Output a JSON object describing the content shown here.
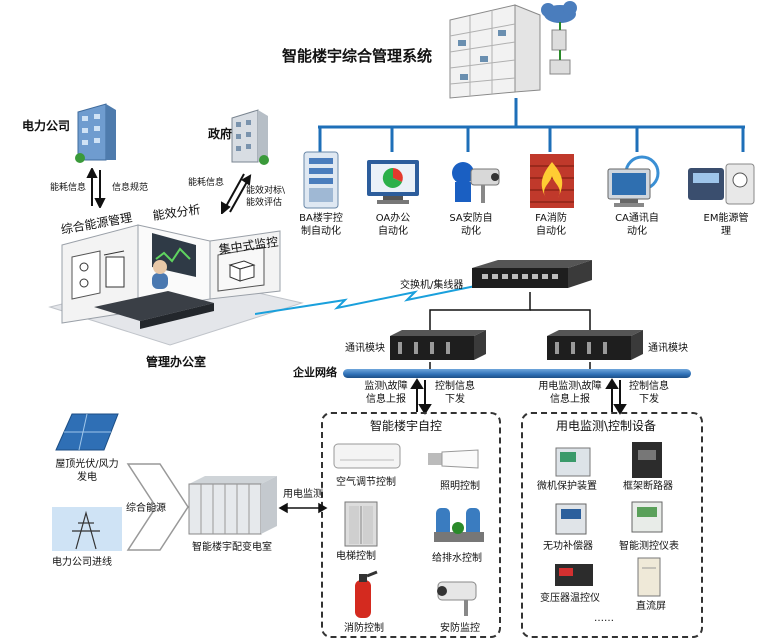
{
  "title": "智能楼宇综合管理系统",
  "subsystems": [
    {
      "id": "ba",
      "line1": "BA楼宇控",
      "line2": "制自动化",
      "icon": "server-cabinet-icon"
    },
    {
      "id": "oa",
      "line1": "OA办公",
      "line2": "自动化",
      "icon": "monitor-chart-icon"
    },
    {
      "id": "sa",
      "line1": "SA安防自",
      "line2": "动化",
      "icon": "security-camera-icon"
    },
    {
      "id": "fa",
      "line1": "FA消防",
      "line2": "自动化",
      "icon": "fire-wall-icon"
    },
    {
      "id": "ca",
      "line1": "CA通讯自",
      "line2": "动化",
      "icon": "computer-terminal-icon"
    },
    {
      "id": "em",
      "line1": "EM能源管",
      "line2": "理",
      "icon": "energy-meter-icon"
    }
  ],
  "external": {
    "power_company": "电力公司",
    "power_energy_info": "能耗信息",
    "power_rules": "信息规范",
    "government": "政府",
    "gov_energy_info": "能耗信息",
    "gov_assess_1": "能效对标\\",
    "gov_assess_2": "能效评估"
  },
  "office": {
    "integrated_energy": "综合能源管理",
    "efficiency_analysis": "能效分析",
    "central_monitor": "集中式监控",
    "label": "管理办公室"
  },
  "network": {
    "switch": "交换机/集线器",
    "comm_module_left": "通讯模块",
    "comm_module_right": "通讯模块",
    "enterprise": "企业网络",
    "left_up_1": "监测\\故障",
    "left_up_2": "信息上报",
    "left_down_1": "控制信息",
    "left_down_2": "下发",
    "right_up_1": "用电监测\\故障",
    "right_up_2": "信息上报",
    "right_down_1": "控制信息",
    "right_down_2": "下发"
  },
  "building_control": {
    "title": "智能楼宇自控",
    "items": {
      "hvac": "空气调节控制",
      "lighting": "照明控制",
      "elevator": "电梯控制",
      "water": "给排水控制",
      "fire": "消防控制",
      "security": "安防监控"
    }
  },
  "power_monitor": {
    "title": "用电监测\\控制设备",
    "items": {
      "relay": "微机保护装置",
      "breaker": "框架断路器",
      "compensator": "无功补偿器",
      "meter": "智能测控仪表",
      "transformer": "变压器温控仪",
      "dc_screen": "直流屏",
      "more": "……"
    }
  },
  "power_source": {
    "solar_1": "屋顶光伏/风力",
    "solar_2": "发电",
    "grid": "电力公司进线",
    "integrated": "综合能源",
    "substation": "智能楼宇配变电室",
    "power_monitoring": "用电监测"
  },
  "colors": {
    "bus_line": "#1e6fb8",
    "network_bar": "#2d6fb5",
    "dash": "#333333",
    "arrow": "#111111"
  }
}
